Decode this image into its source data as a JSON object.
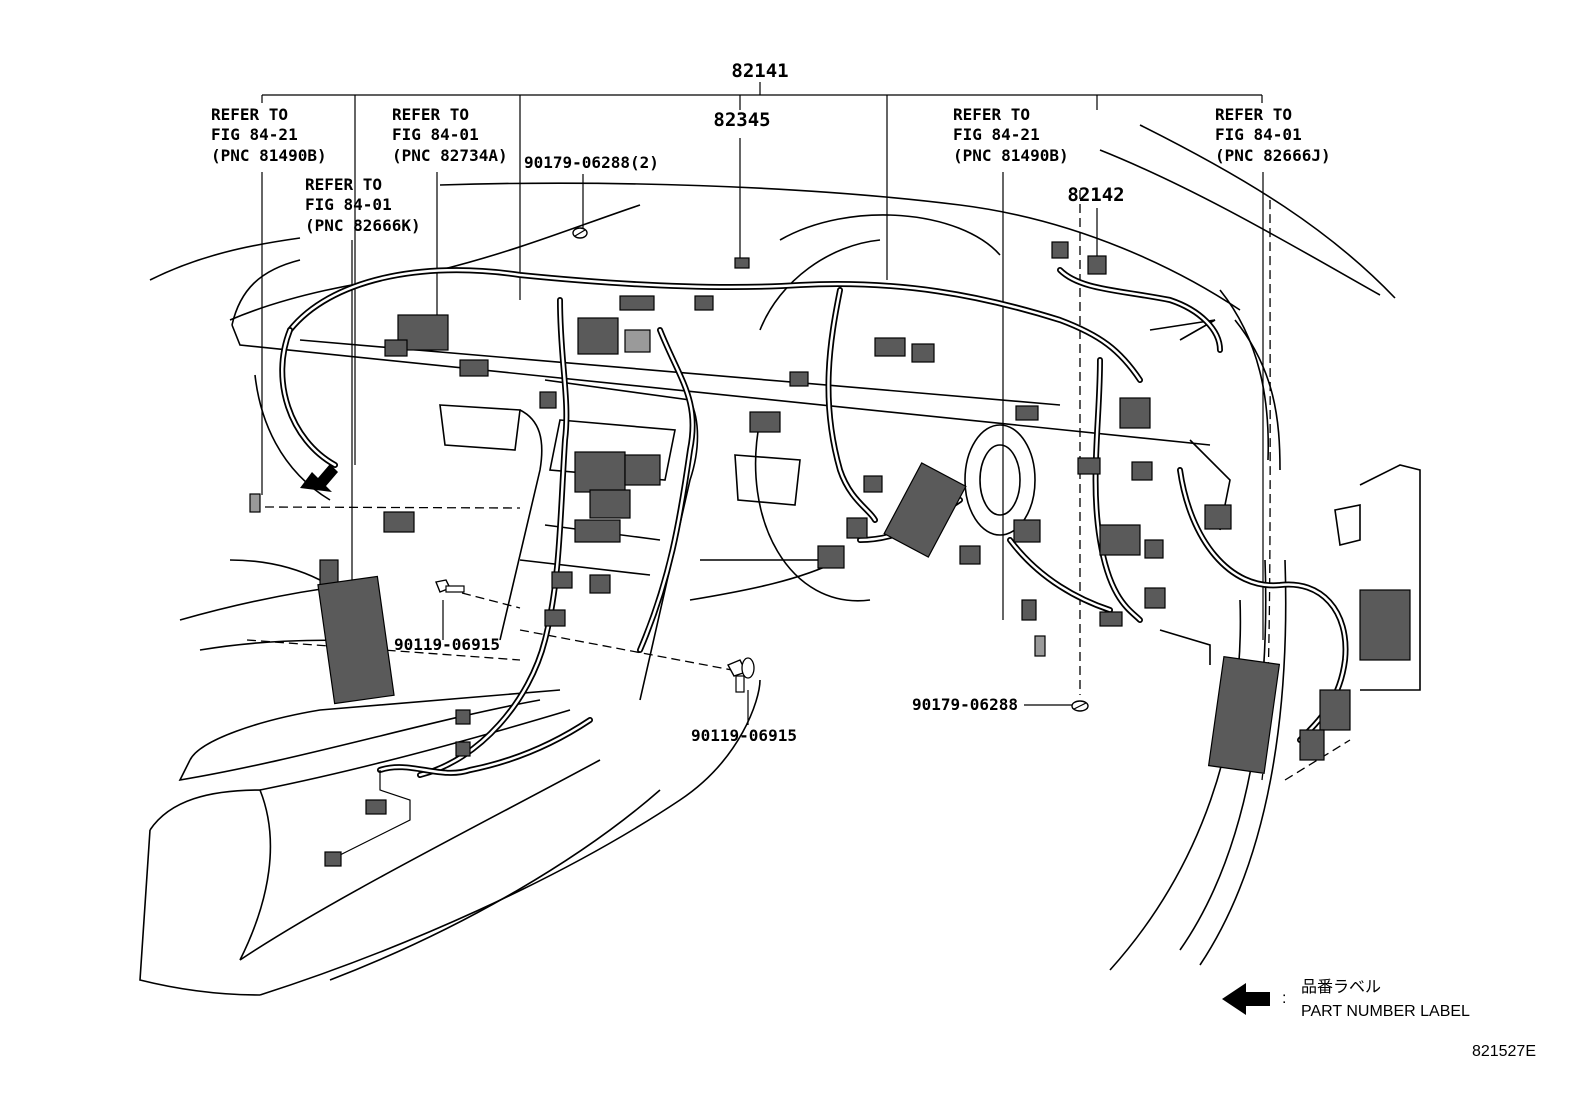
{
  "labels": {
    "main_harness": "82141",
    "sub_harness_a": "82345",
    "sub_harness_b": "82142",
    "clip_top": "90179-06288(2)",
    "clip_right": "90179-06288",
    "bolt_left": "90119-06915",
    "bolt_center": "90119-06915",
    "figure_code": "821527E"
  },
  "references": [
    {
      "line1": "REFER TO",
      "line2": "FIG 84-21",
      "line3": "(PNC 81490B)"
    },
    {
      "line1": "REFER TO",
      "line2": "FIG 84-01",
      "line3": "(PNC 82734A)"
    },
    {
      "line1": "REFER TO",
      "line2": "FIG 84-01",
      "line3": "(PNC 82666K)"
    },
    {
      "line1": "REFER TO",
      "line2": "FIG 84-21",
      "line3": "(PNC 81490B)"
    },
    {
      "line1": "REFER TO",
      "line2": "FIG 84-01",
      "line3": "(PNC 82666J)"
    }
  ],
  "legend": {
    "separator": ":",
    "label_jp": "品番ラベル",
    "label_en": "PART NUMBER LABEL",
    "icon": "arrow-left-icon"
  },
  "colors": {
    "line": "#000000",
    "connector": "#5a5a5a",
    "background": "#ffffff"
  }
}
